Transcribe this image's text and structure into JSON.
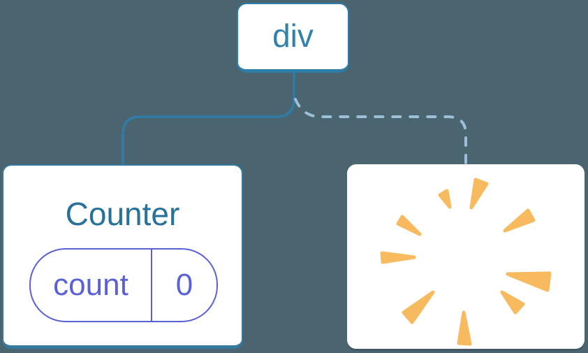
{
  "diagram": {
    "root": {
      "label": "div"
    },
    "counter": {
      "title": "Counter",
      "state_pill": {
        "name": "count",
        "value": "0"
      }
    },
    "removed": {
      "icon": "poof-starburst-icon"
    },
    "connectors": {
      "left": "solid",
      "right": "dashed"
    }
  },
  "colors": {
    "background": "#4B6570",
    "card_fill": "#FFFFFF",
    "card_border": "#2E7CA8",
    "solid_connector": "#2E7CA8",
    "dashed_connector": "#9DBFD7",
    "root_label_text": "#3181AC",
    "component_title_text": "#27719B",
    "state_accent": "#5A61D6",
    "poof_orange": "#F8BA5E"
  }
}
